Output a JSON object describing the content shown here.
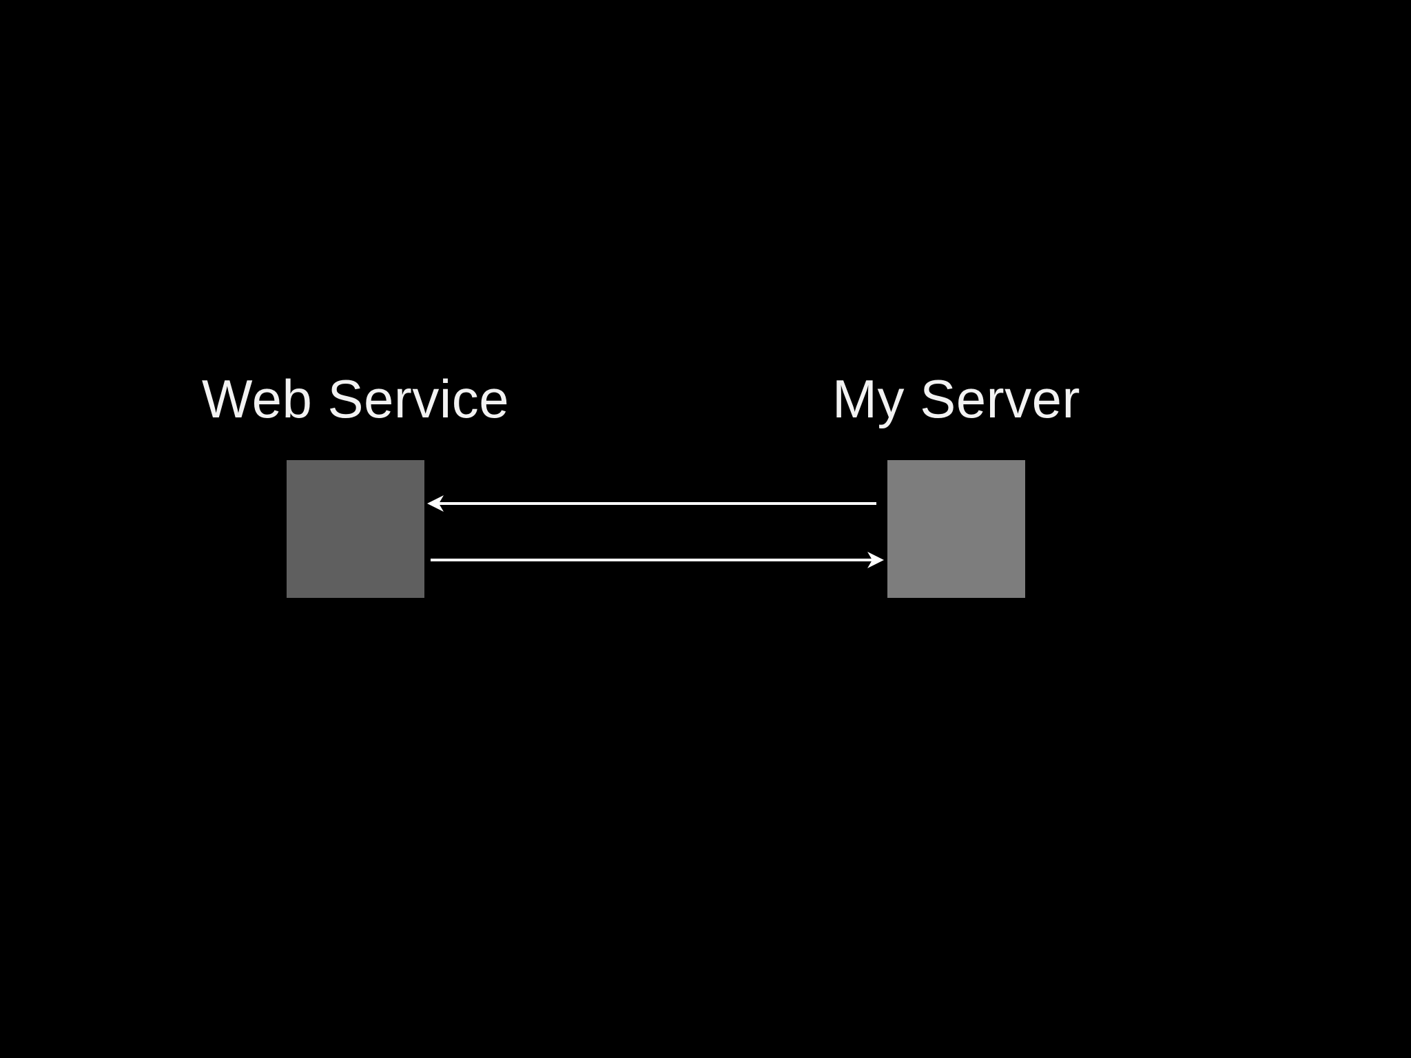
{
  "slide": {
    "background_color": "#000000",
    "text_color": "#f2f2f2",
    "arrow_color": "#ffffff",
    "nodes": [
      {
        "id": "web-service",
        "label": "Web Service",
        "box_color": "#5f5f5f"
      },
      {
        "id": "my-server",
        "label": "My Server",
        "box_color": "#7d7d7d"
      }
    ],
    "edges": [
      {
        "from": "My Server",
        "to": "Web Service",
        "direction": "right-to-left",
        "row": "top"
      },
      {
        "from": "Web Service",
        "to": "My Server",
        "direction": "left-to-right",
        "row": "bottom"
      }
    ]
  }
}
